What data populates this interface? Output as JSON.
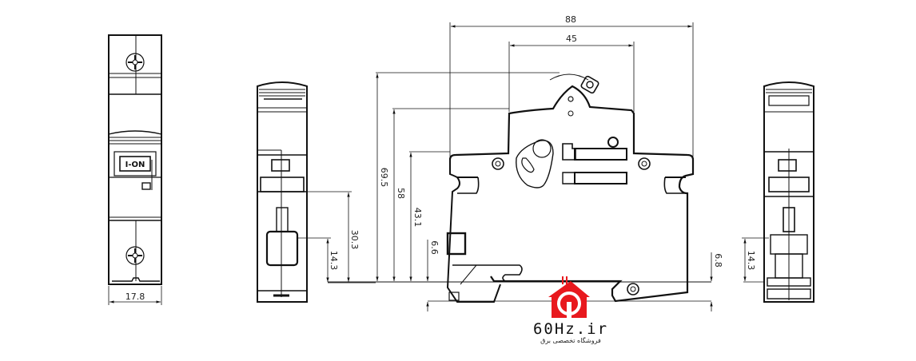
{
  "drawing": {
    "subject": "Single-pole miniature circuit breaker dimensional drawing",
    "front_view": {
      "label_on_device": "I-ON",
      "width_dim": "17.8"
    },
    "left_side_view": {
      "dims": [
        "30.3",
        "14.3"
      ]
    },
    "main_side_view": {
      "width_dims": [
        "88",
        "45"
      ],
      "height_dims": [
        "69.5",
        "58",
        "43.1",
        "6.6"
      ],
      "right_dim": "6.8"
    },
    "right_side_view": {
      "dims": [
        "14.3",
        "6.8"
      ]
    }
  },
  "watermark": {
    "name": "60Hz.ir",
    "tagline": "فروشگاه تخصصی برق",
    "color": "#e8191e"
  }
}
